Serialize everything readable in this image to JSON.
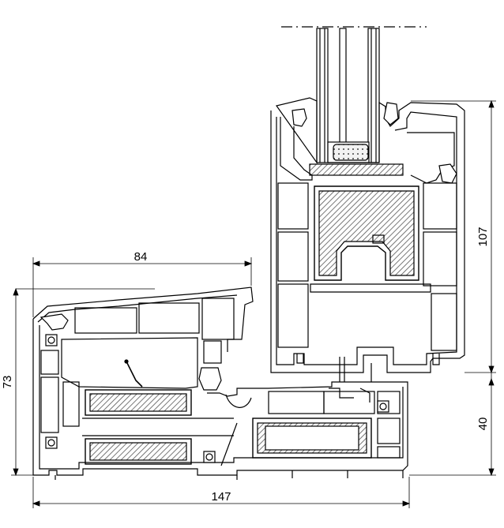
{
  "dimensions": {
    "top_width": "84",
    "overall_width": "147",
    "left_height": "73",
    "right_height_upper": "107",
    "right_height_lower": "40"
  },
  "colors": {
    "line": "#000000",
    "glass_spacer_fill": "#e8e8e8",
    "seal_fill": "#d9d9d9",
    "hatch": "#555555",
    "background": "#ffffff"
  }
}
